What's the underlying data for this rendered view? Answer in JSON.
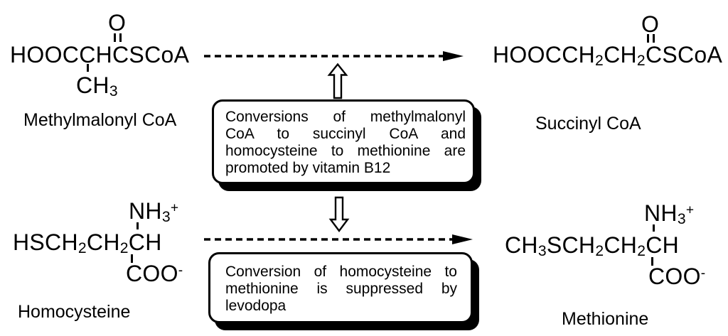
{
  "figure": {
    "ink_color": "#000000",
    "paper_color": "#ffffff"
  },
  "molecules": {
    "methylmalonyl_coa": {
      "carbonyl_oxygen": "O",
      "formula": "HOOCCHCSCoA",
      "methyl_substituent": "CH_3",
      "name": "Methylmalonyl CoA"
    },
    "succinyl_coa": {
      "carbonyl_oxygen": "O",
      "formula": "HOOCCH_2CH_2CSCoA",
      "name": "Succinyl CoA"
    },
    "homocysteine": {
      "ammonium_group": "NH_3^+",
      "formula": "HSCH_2CH_2CH",
      "carboxylate_group": "COO^-",
      "name": "Homocysteine"
    },
    "methionine": {
      "ammonium_group": "NH_3^+",
      "formula": "CH_3SCH_2CH_2CH",
      "carboxylate_group": "COO^-",
      "name": "Methionine"
    }
  },
  "callouts": {
    "vitamin_b12": {
      "lines": [
        "Conversions of methylmalonyl",
        "CoA to succinyl CoA and",
        "homocysteine to methionine are",
        "promoted by vitamin B12"
      ]
    },
    "levodopa": {
      "lines": [
        "Conversion of homocysteine to",
        "methionine is suppressed by",
        "levodopa"
      ]
    }
  }
}
